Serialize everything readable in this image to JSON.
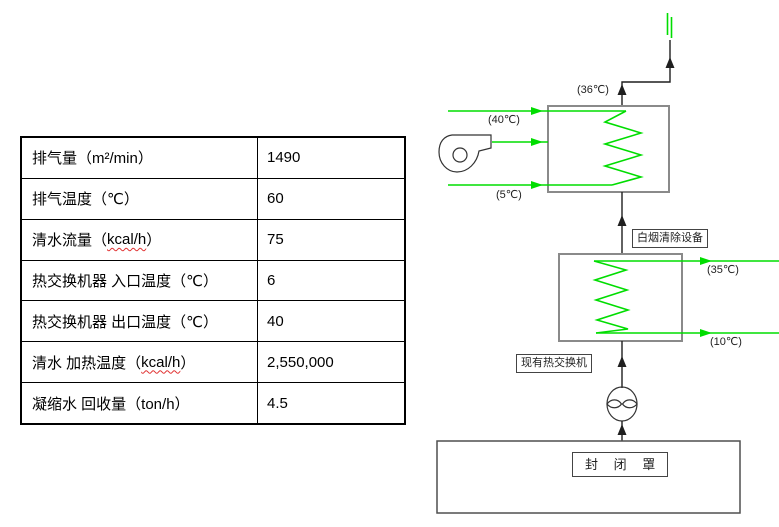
{
  "table": {
    "rows": [
      {
        "pre": "排气量（m²/min）",
        "squiggle": "",
        "post": "",
        "value": "1490"
      },
      {
        "pre": "排气温度（℃）",
        "squiggle": "",
        "post": "",
        "value": "60"
      },
      {
        "pre": "清水流量（",
        "squiggle": "kcal/h",
        "post": "）",
        "value": "75"
      },
      {
        "pre": "热交换机器 入口温度（℃）",
        "squiggle": "",
        "post": "",
        "value": "6"
      },
      {
        "pre": "热交换机器 出口温度（℃）",
        "squiggle": "",
        "post": "",
        "value": "40"
      },
      {
        "pre": "清水 加热温度（",
        "squiggle": "kcal/h",
        "post": "）",
        "value": "2,550,000"
      },
      {
        "pre": "凝缩水 回收量（ton/h）",
        "squiggle": "",
        "post": "",
        "value": "4.5"
      }
    ]
  },
  "diagram": {
    "labels": {
      "temp_40": "(40℃)",
      "temp_5": "(5℃)",
      "temp_36": "(36℃)",
      "temp_35": "(35℃)",
      "temp_10": "(10℃)",
      "white_smoke_unit": "白烟清除设备",
      "existing_hx": "现有热交换机",
      "enclosure": "封 闭 罩"
    },
    "colors": {
      "flow_green": "#00dd00",
      "pipe_black": "#1f1f1f",
      "box_gray": "#8a8a8a"
    }
  }
}
